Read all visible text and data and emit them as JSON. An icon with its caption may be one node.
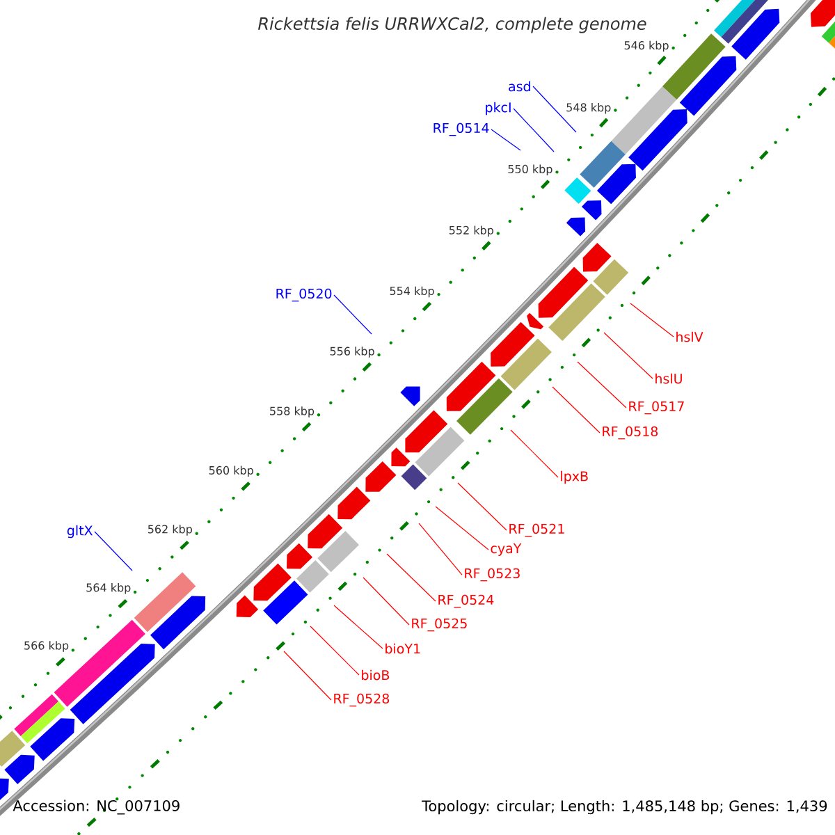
{
  "diagram": {
    "title": "Rickettsia felis URRWXCal2, complete genome",
    "nodes": [
      {
        "text": [
          "asd"
        ]
      },
      {
        "text": [
          "pkcI"
        ]
      },
      {
        "text": [
          "RF_0514"
        ]
      },
      {
        "text": [
          "RF_0520"
        ]
      },
      {
        "text": [
          "hslV"
        ]
      },
      {
        "text": [
          "hslU"
        ]
      },
      {
        "text": [
          "RF_0517"
        ]
      },
      {
        "text": [
          "RF_0518"
        ]
      },
      {
        "text": [
          "lpxB"
        ]
      },
      {
        "text": [
          "RF_0521"
        ]
      },
      {
        "text": [
          "gltX"
        ]
      },
      {
        "text": [
          "cyaY"
        ]
      },
      {
        "text": [
          "RF_0523"
        ]
      },
      {
        "text": [
          "RF_0524"
        ]
      },
      {
        "text": [
          "RF_0525"
        ]
      },
      {
        "text": [
          "bioY1"
        ]
      },
      {
        "text": [
          "bioB"
        ]
      },
      {
        "text": [
          "RF_0528"
        ]
      }
    ],
    "edges": [
      {
        "from": 0,
        "to": null,
        "arrow": "none",
        "color": "#0000ff"
      },
      {
        "from": 1,
        "to": null,
        "arrow": "none",
        "color": "#0000ff"
      },
      {
        "from": 2,
        "to": null,
        "arrow": "none",
        "color": "#0000ff"
      },
      {
        "from": 3,
        "to": null,
        "arrow": "none",
        "color": "#0000ff"
      },
      {
        "from": 4,
        "to": null,
        "arrow": "none"
      },
      {
        "from": 5,
        "to": null,
        "arrow": "none"
      },
      {
        "from": 6,
        "to": null,
        "arrow": "none"
      },
      {
        "from": 7,
        "to": null,
        "arrow": "none"
      },
      {
        "from": 8,
        "to": null,
        "arrow": "none"
      },
      {
        "from": 9,
        "to": null,
        "arrow": "none"
      },
      {
        "from": 10,
        "to": null,
        "arrow": "none",
        "color": "#0000ff"
      },
      {
        "from": 11,
        "to": null,
        "arrow": "none"
      },
      {
        "from": 12,
        "to": null,
        "arrow": "none"
      },
      {
        "from": 13,
        "to": null,
        "arrow": "none"
      },
      {
        "from": 14,
        "to": null,
        "arrow": "none"
      },
      {
        "from": 15,
        "to": null,
        "arrow": "none"
      },
      {
        "from": 16,
        "to": null,
        "arrow": "none"
      },
      {
        "from": 17,
        "to": null,
        "arrow": "none"
      }
    ],
    "labels": [
      "546 kbp",
      "548 kbp",
      "550 kbp",
      "552 kbp",
      "554 kbp",
      "556 kbp",
      "558 kbp",
      "560 kbp",
      "562 kbp",
      "564 kbp",
      "566 kbp",
      "Accession: NC_007109",
      "Topology: circular; Length: 1,485,148 bp; Genes: 1,439"
    ]
  }
}
